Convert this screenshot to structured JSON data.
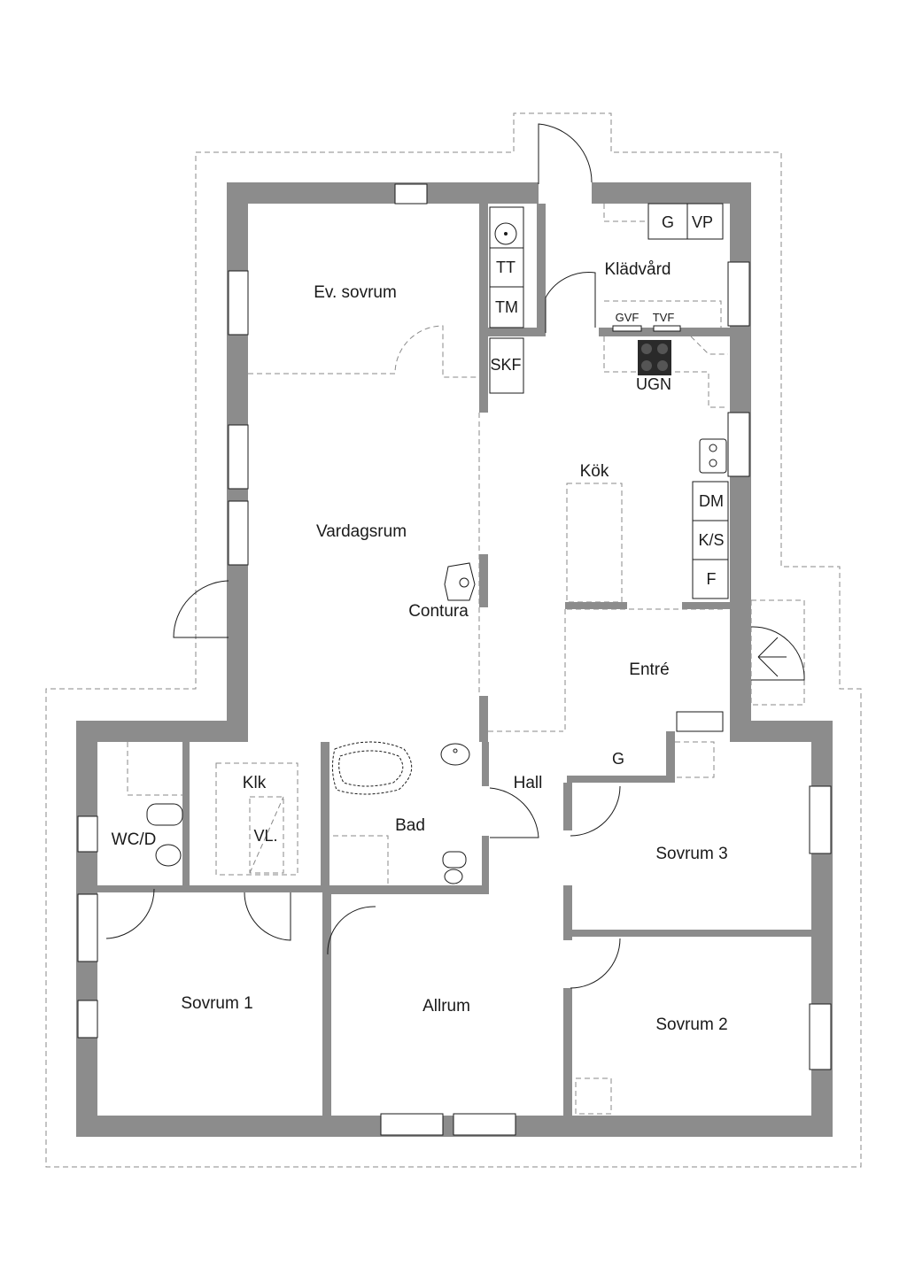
{
  "rooms": {
    "ev_sovrum": "Ev. sovrum",
    "vardagsrum": "Vardagsrum",
    "kok": "Kök",
    "kladvard": "Klädvård",
    "entre": "Entré",
    "hall": "Hall",
    "bad": "Bad",
    "klk": "Klk",
    "wc_d": "WC/D",
    "sovrum_1": "Sovrum 1",
    "sovrum_2": "Sovrum 2",
    "sovrum_3": "Sovrum 3",
    "allrum": "Allrum"
  },
  "fixtures": {
    "g_top": "G",
    "vp": "VP",
    "tt": "TT",
    "tm": "TM",
    "gvf": "GVF",
    "tvf": "TVF",
    "skf": "SKF",
    "ugn": "UGN",
    "dm": "DM",
    "ks": "K/S",
    "f": "F",
    "contura": "Contura",
    "g_entre": "G",
    "vl": "VL."
  },
  "colors": {
    "wall": "#8c8c8c",
    "ink": "#1a1a1a",
    "dashed": "#8a8a8a"
  }
}
